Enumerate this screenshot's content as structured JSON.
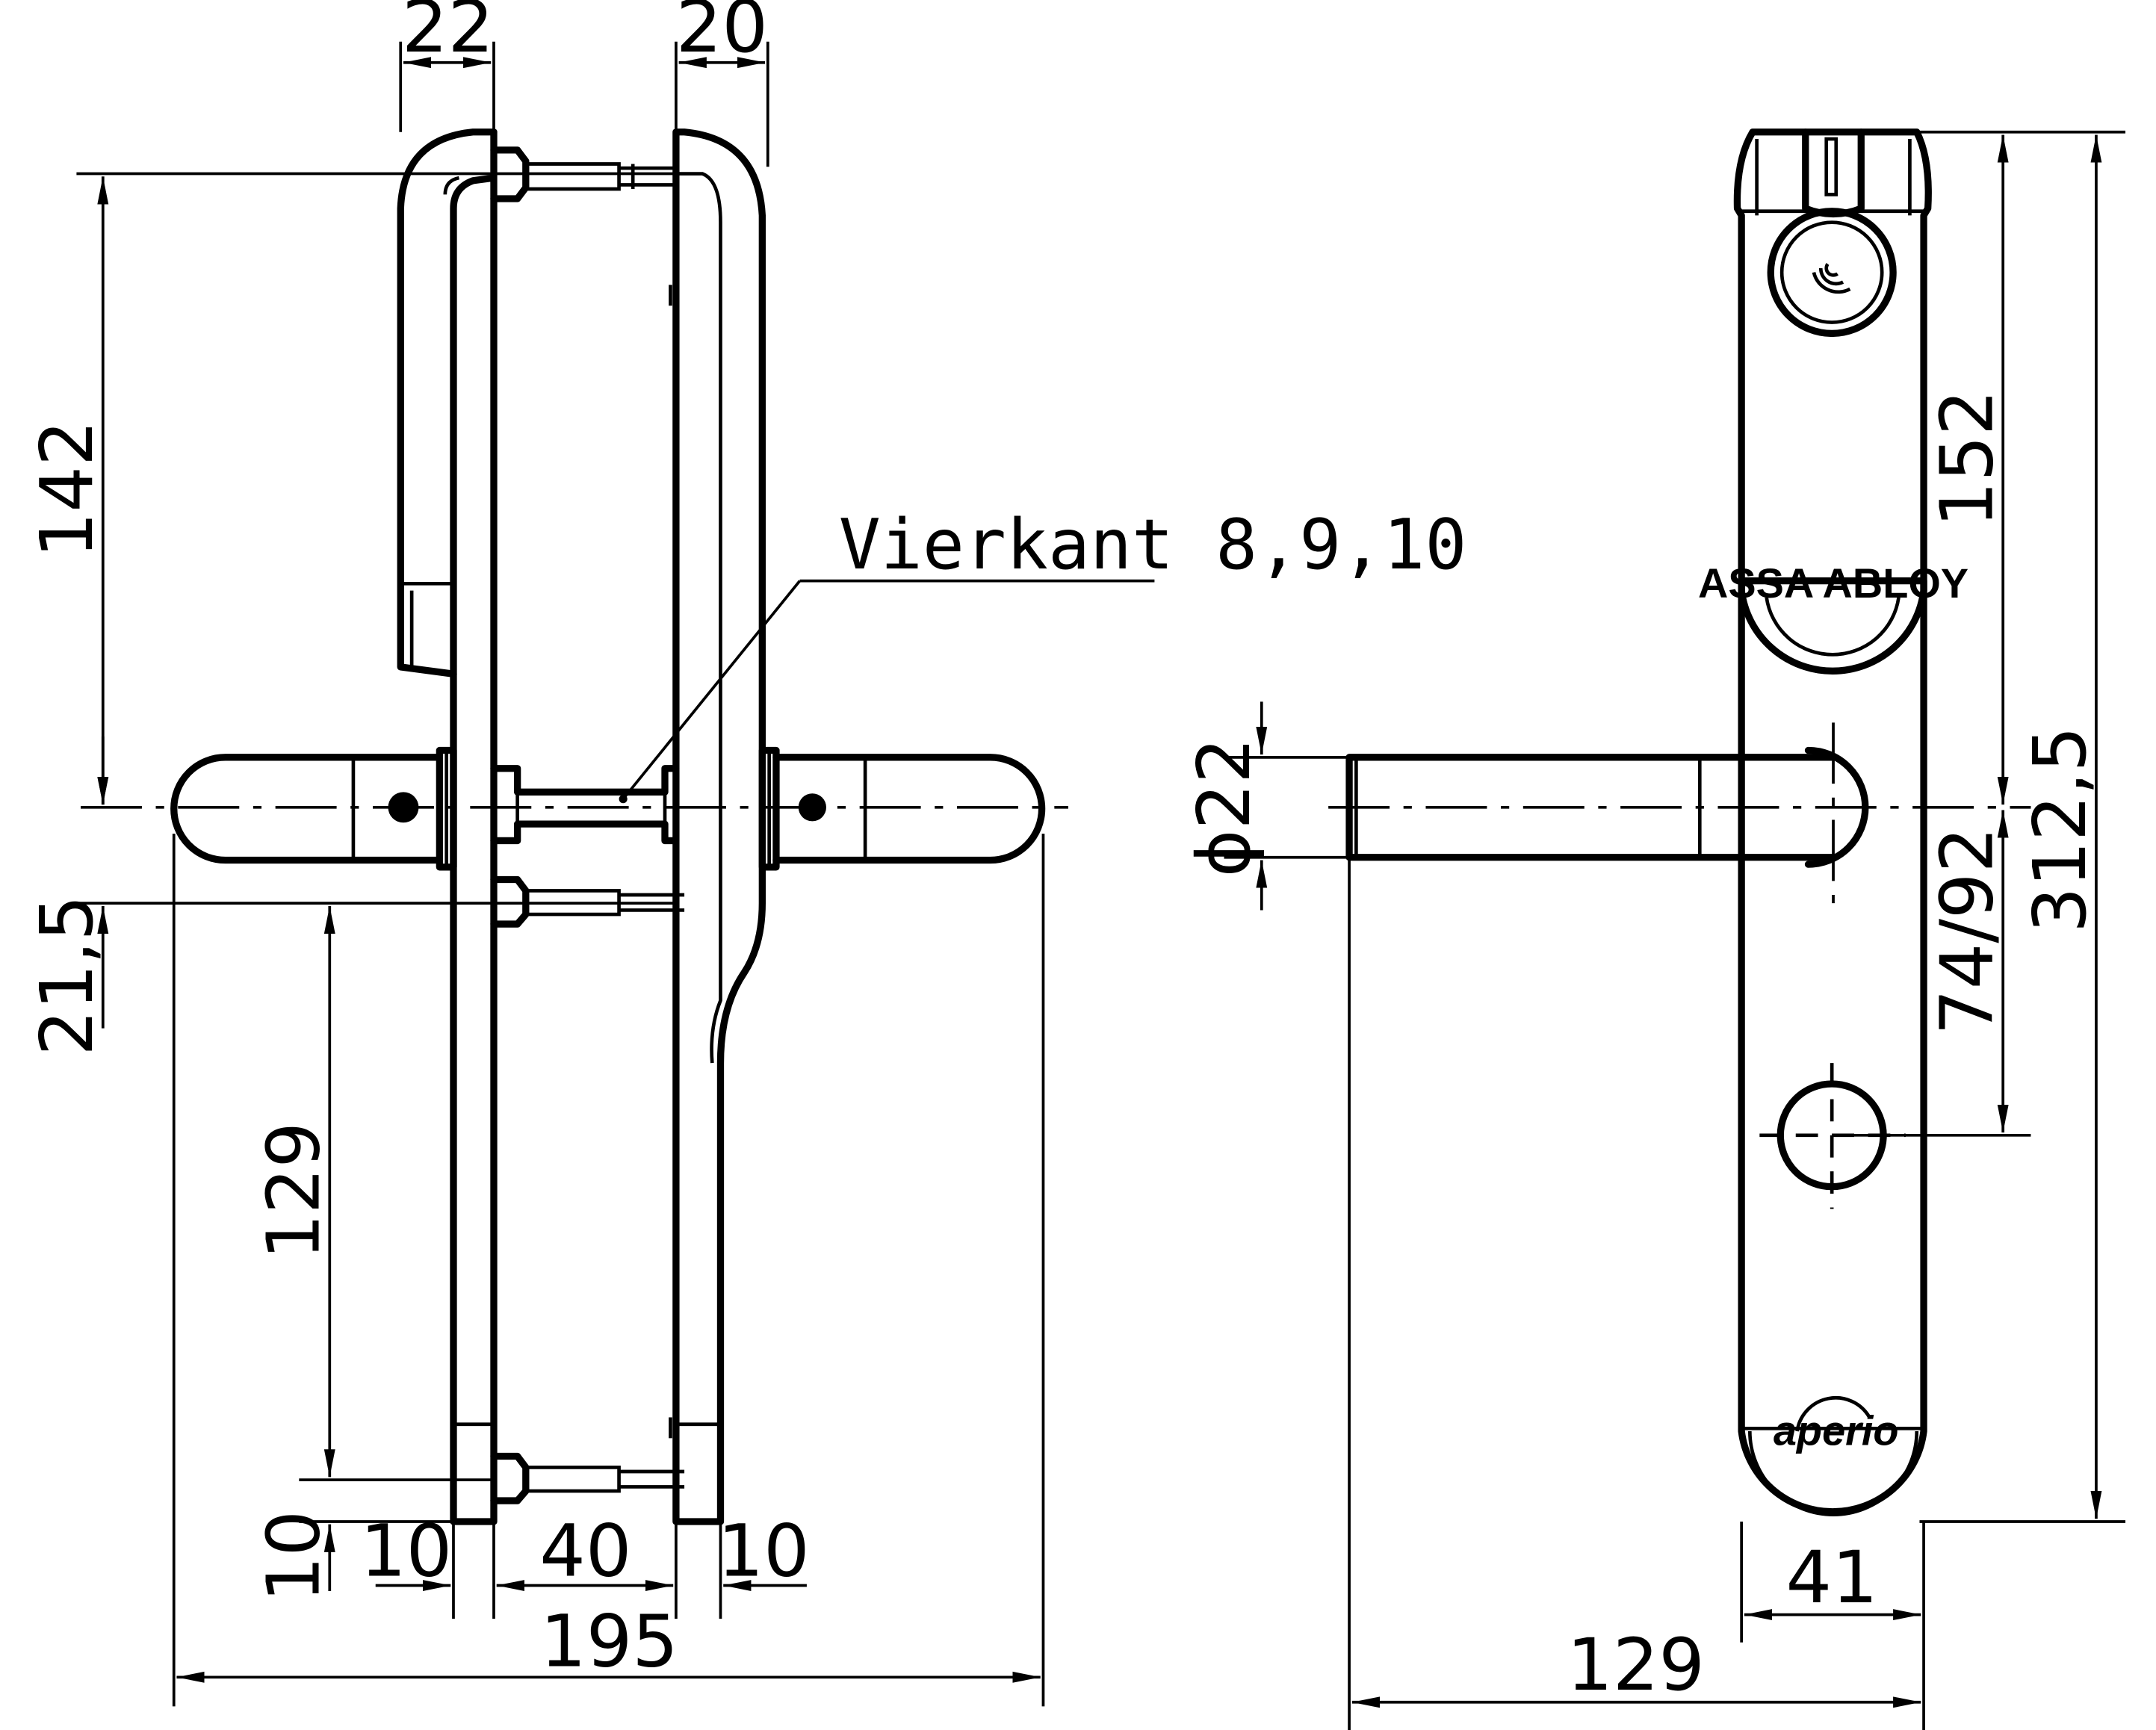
{
  "side_view": {
    "dims": {
      "width_left_top": "22",
      "width_right_top": "20",
      "height_handle_to_top": "142",
      "height_handle_to_pin": "21,5",
      "height_pin_span": "129",
      "height_bottom": "10",
      "width_plate_left": "10",
      "width_door_gap": "40",
      "width_plate_right": "10",
      "total_length": "195"
    },
    "spindle_note": "Vierkant 8,9,10"
  },
  "front_view": {
    "dims": {
      "knob_diameter": "ϕ22",
      "upper_height": "152",
      "lower_height": "74/92",
      "total_height": "312,5",
      "plate_width": "41",
      "handle_projection": "129"
    },
    "brand_logo": "ASSA ABLOY",
    "product_logo": "aperio"
  }
}
